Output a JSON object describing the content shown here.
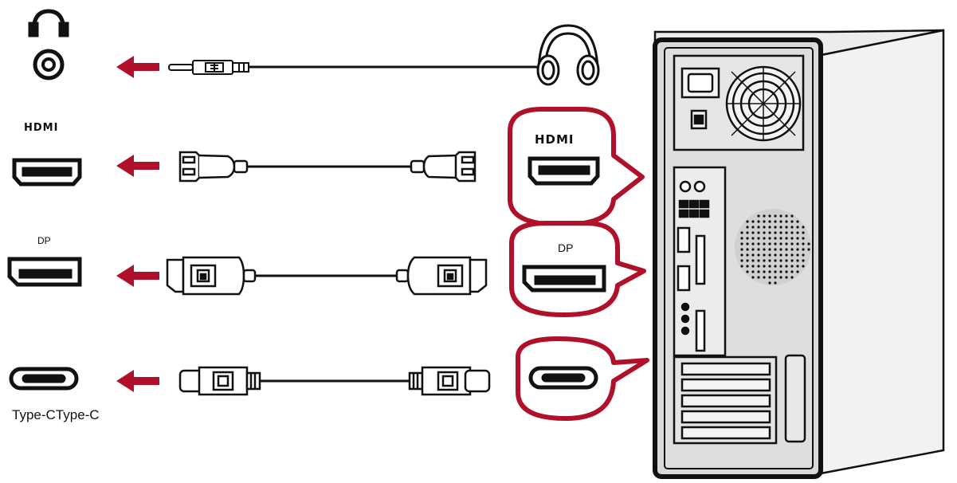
{
  "labels": {
    "hdmi": "HDMI",
    "dp": "DP",
    "type_c": "Type-CType-C",
    "bubble_hdmi": "HDMI",
    "bubble_dp": "DP"
  },
  "colors": {
    "arrow": "#b0102a",
    "bubble": "#b0102a",
    "line": "#111111",
    "pc_panel": "#d8d8d8",
    "pc_body": "#efefef"
  },
  "icons": [
    "headphone-icon",
    "audio-jack-port-icon",
    "hdmi-port-icon",
    "displayport-port-icon",
    "usb-c-port-icon",
    "headset-icon",
    "computer-tower-icon"
  ]
}
